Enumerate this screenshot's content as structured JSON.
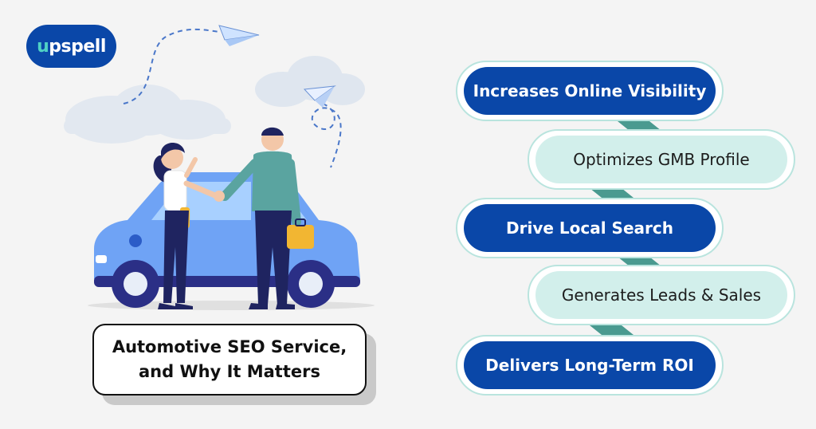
{
  "brand": {
    "logo_text": "upspell",
    "logo_accent": "#4fd1c5",
    "brand_color": "#0a47a8"
  },
  "caption": {
    "line1": "Automotive SEO Service,",
    "line2": "and Why It Matters"
  },
  "steps": [
    {
      "label": "Increases Online Visibility",
      "style": "primary"
    },
    {
      "label": "Optimizes GMB Profile",
      "style": "secondary"
    },
    {
      "label": "Drive Local Search",
      "style": "primary"
    },
    {
      "label": "Generates Leads & Sales",
      "style": "secondary"
    },
    {
      "label": "Delivers Long-Term ROI",
      "style": "primary"
    }
  ],
  "colors": {
    "primary_pill": "#0a47a8",
    "secondary_pill": "#d2efeb",
    "connector": "#4a9a90",
    "car_body": "#6fa3f5",
    "car_window": "#a8d0ff",
    "suit": "#5aa4a0",
    "dark_outfit": "#1f2460",
    "briefcase": "#f2b632"
  }
}
